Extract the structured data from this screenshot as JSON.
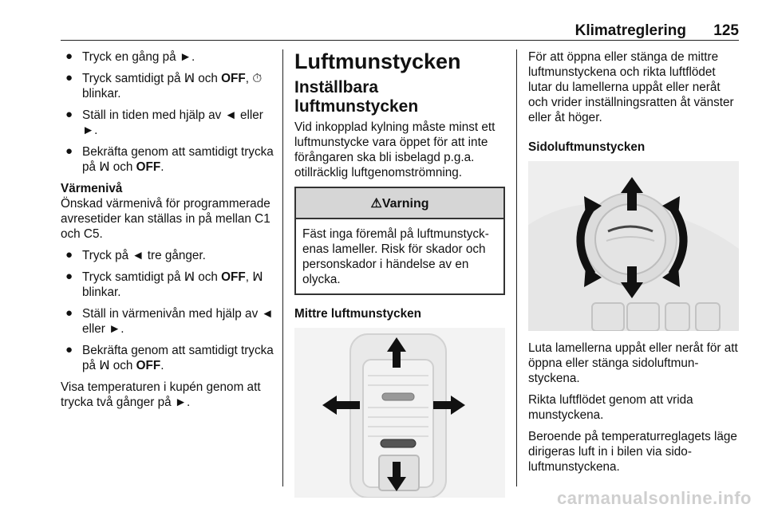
{
  "header": {
    "title": "Klimatreglering",
    "page": "125"
  },
  "col1": {
    "bullets_a": [
      "Tryck en gång på ►.",
      "Tryck samtidigt på ꟽ och OFF, ⏱ blinkar.",
      "Ställ in tiden med hjälp av ◄ eller ►.",
      "Bekräfta genom att samtidigt trycka på ꟽ och OFF."
    ],
    "b1_pre": "Tryck en gång på ►.",
    "b2_pre": "Tryck samtidigt på ꟽ och ",
    "b2_bold": "OFF",
    "b2_post": ", ⏱ blinkar.",
    "b3": "Ställ in tiden med hjälp av ◄ eller ►.",
    "b4_pre": "Bekräfta genom att samtidigt trycka på ꟽ och ",
    "b4_bold": "OFF",
    "b4_post": ".",
    "heat_title": "Värmenivå",
    "heat_text": "Önskad värmenivå för programme­rade avresetider kan ställas in på mellan C1 och C5.",
    "c1": "Tryck på ◄ tre gånger.",
    "c2_pre": "Tryck samtidigt på ꟽ och ",
    "c2_bold": "OFF",
    "c2_post": ", ꟽ blinkar.",
    "c3": "Ställ in värmenivån med hjälp av ◄ eller ►.",
    "c4_pre": "Bekräfta genom att samtidigt trycka på ꟽ och ",
    "c4_bold": "OFF",
    "c4_post": ".",
    "final": "Visa temperaturen i kupén genom att trycka två gånger på ►."
  },
  "col2": {
    "h1": "Luftmunstycken",
    "h2": "Inställbara luftmunstycken",
    "intro": "Vid inkopplad kylning måste minst ett luftmunstycke vara öppet för att inte förångaren ska bli isbelagd p.g.a. otillräcklig luftgenomströmning.",
    "warning_icon": "⚠",
    "warning_title": "Varning",
    "warning_text": "Fäst inga föremål på luftmunstyck­enas lameller. Risk för skador och personskador i händelse av en olycka.",
    "h3": "Mittre luftmunstycken"
  },
  "col3": {
    "intro": "För att öppna eller stänga de mittre luftmunstyckena och rikta luftflödet lutar du lamellerna uppåt eller neråt och vrider inställningsratten åt vänster eller åt höger.",
    "h3": "Sidoluftmunstycken",
    "p1": "Luta lamellerna uppåt eller neråt för att öppna eller stänga sidoluftmun­styckena.",
    "p2": "Rikta luftflödet genom att vrida munstyckena.",
    "p3": "Beroende på temperaturreglagets läge dirigeras luft in i bilen via sido­luftmunstyckena."
  },
  "bullet_glyph": "●",
  "watermark": "carmanualsonline.info"
}
